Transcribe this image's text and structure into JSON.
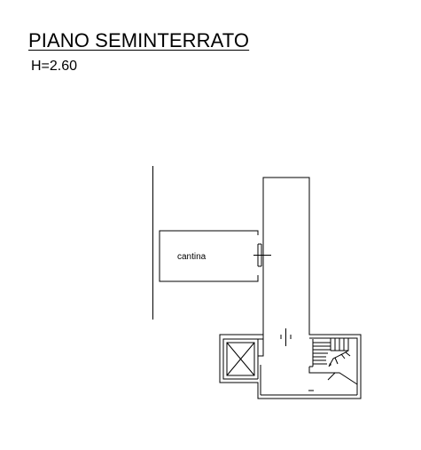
{
  "drawing": {
    "title": "PIANO SEMINTERRATO",
    "height_label": "H=2.60"
  },
  "rooms": [
    {
      "label": "cantina"
    }
  ],
  "colors": {
    "ink": "#000000",
    "paper": "#ffffff"
  }
}
